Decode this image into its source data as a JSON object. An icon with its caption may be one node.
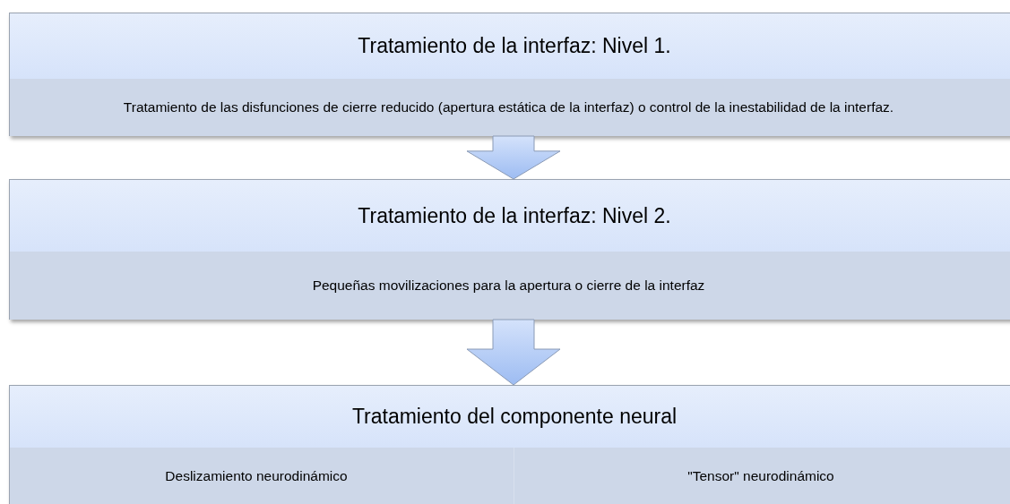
{
  "diagram": {
    "nodes": [
      {
        "text": [
          "Tratamiento de la interfaz: Nivel 1."
        ]
      },
      {
        "text": [
          "Tratamiento de las disfunciones de cierre reducido (apertura estática de la interfaz) o control de la inestabilidad de la interfaz."
        ],
        "in": 0
      },
      {
        "text": [
          "Tratamiento de la interfaz: Nivel 2."
        ]
      },
      {
        "text": [
          "Pequeñas movilizaciones para la apertura o cierre de la interfaz"
        ],
        "in": 2
      },
      {
        "text": [
          "Tratamiento del componente neural"
        ]
      },
      {
        "text": [
          "Deslizamiento neurodinámico"
        ],
        "in": 4
      },
      {
        "text": [
          "\"Tensor\" neurodinámico"
        ],
        "in": 4
      }
    ],
    "edges": [
      {
        "from": 0,
        "to": 2,
        "arrow": "to"
      },
      {
        "from": 2,
        "to": 4,
        "arrow": "to"
      }
    ]
  }
}
